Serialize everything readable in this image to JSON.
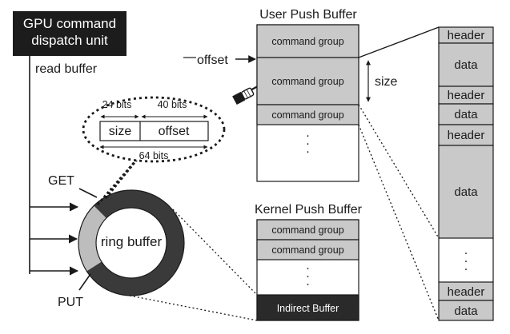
{
  "gpu_unit": {
    "line1": "GPU command",
    "line2": "dispatch unit"
  },
  "read_buffer_label": "read buffer",
  "get_label": "GET",
  "put_label": "PUT",
  "ring_buffer_label": "ring buffer",
  "ring_entry": {
    "size_bits": "24 bits",
    "offset_bits": "40 bits",
    "size_field": "size",
    "offset_field": "offset",
    "total_bits": "64 bits"
  },
  "user_push_buffer": {
    "title": "User  Push Buffer",
    "offset_label": "offset",
    "size_label": "size",
    "groups": [
      "command group",
      "command group",
      "command group"
    ],
    "ellipsis": "."
  },
  "kernel_push_buffer": {
    "title": "Kernel Push Buffer",
    "groups": [
      "command group",
      "command group"
    ],
    "ellipsis": ".",
    "indirect": "Indirect Buffer"
  },
  "command_group_detail": {
    "rows": [
      "header",
      "data",
      "header",
      "data",
      "header",
      "data"
    ],
    "ellipsis": ".",
    "tail_rows": [
      "header",
      "data"
    ]
  },
  "colors": {
    "gpu_box": "#1c1c1c",
    "gray_fill": "#c9c9c9",
    "ring_dark": "#3a3a3a",
    "ring_light": "#bdbdbd",
    "indirect_fill": "#2a2a2a"
  }
}
